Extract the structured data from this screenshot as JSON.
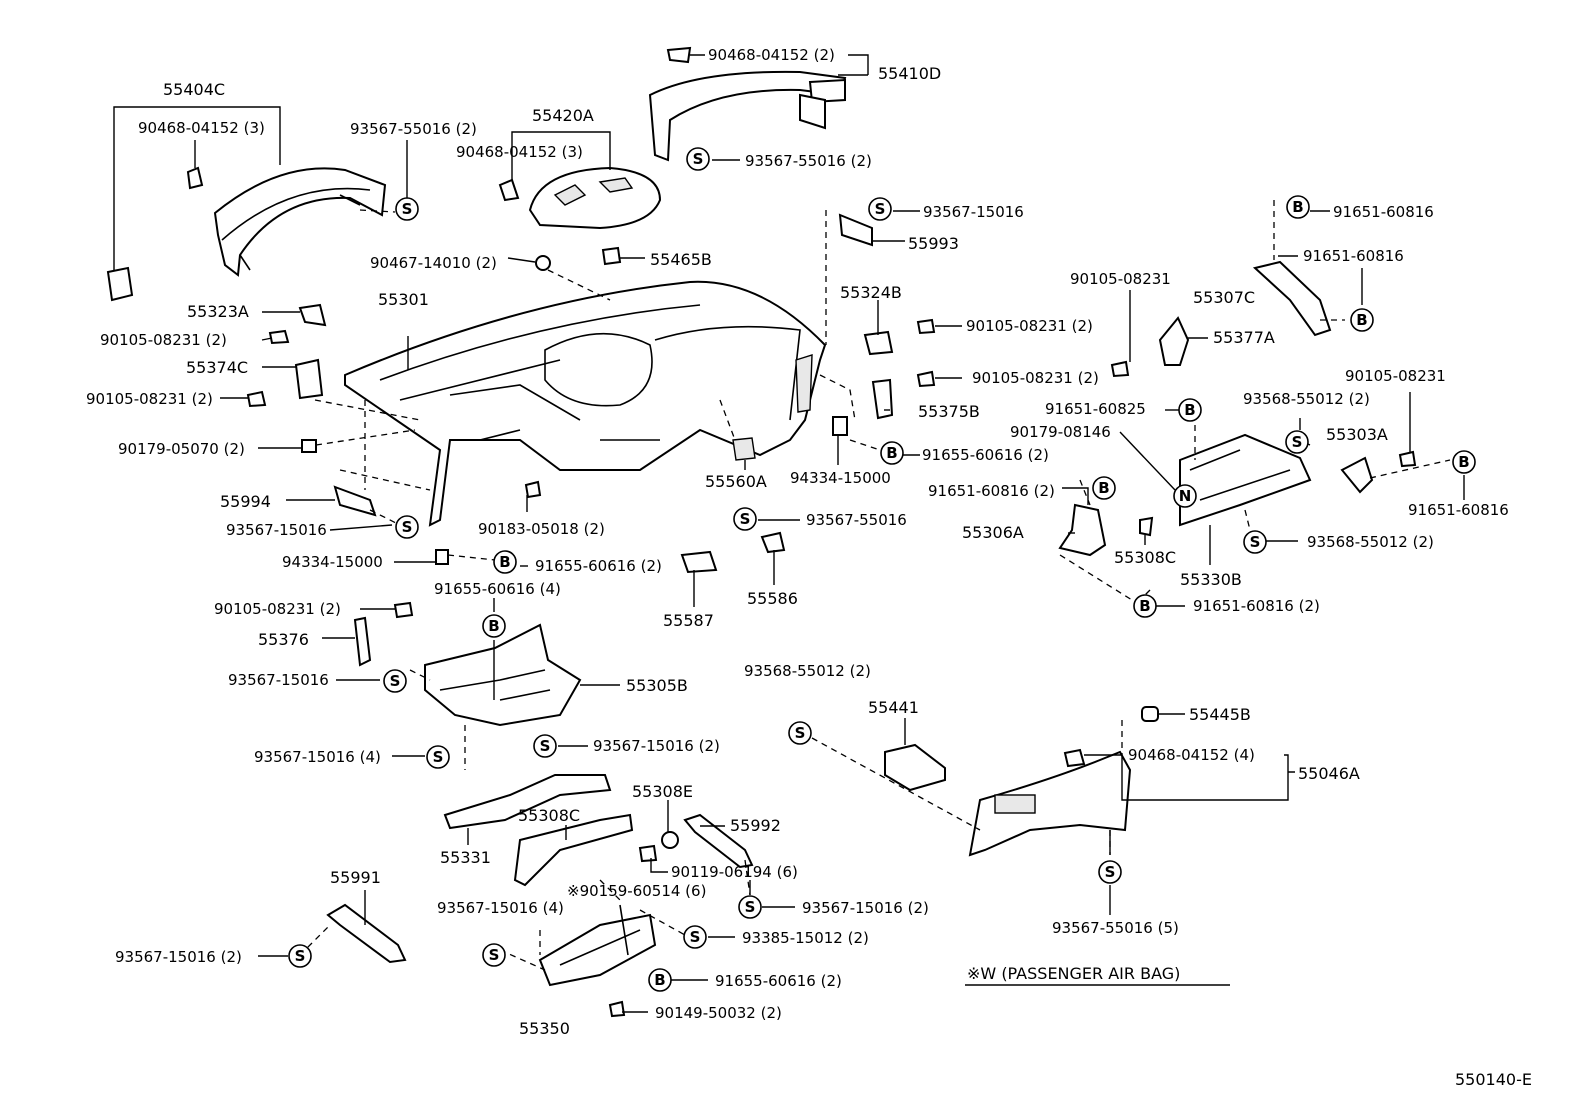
{
  "diagram": {
    "footer_code": "550140-E",
    "note": "※W (PASSENGER AIR BAG)",
    "labels": {
      "p55404C": "55404C",
      "f9046804152_3a": "90468-04152 (3)",
      "f9356755016_2a": "93567-55016 (2)",
      "p55420A": "55420A",
      "f9046804152_3b": "90468-04152 (3)",
      "f9046804152_2": "90468-04152 (2)",
      "p55410D": "55410D",
      "f9356755016_2b": "93567-55016 (2)",
      "f9356715016a": "93567-15016",
      "p55993": "55993",
      "f9165160816a": "91651-60816",
      "f9165160816b": "91651-60816",
      "f9046714010_2": "90467-14010 (2)",
      "p55465B": "55465B",
      "p55323A": "55323A",
      "p55301": "55301",
      "f9010508231_2a": "90105-08231 (2)",
      "p55374C": "55374C",
      "f9010508231_2b": "90105-08231 (2)",
      "f9017905070_2": "90179-05070 (2)",
      "p55994": "55994",
      "f9356715016b": "93567-15016",
      "f9433415000a": "94334-15000",
      "f9165560616_2a": "91655-60616 (2)",
      "f9018305018_2": "90183-05018 (2)",
      "p55324B": "55324B",
      "f9010508231_2c": "90105-08231 (2)",
      "f9010508231_2d": "90105-08231 (2)",
      "p55375B": "55375B",
      "f9433415000b": "94334-15000",
      "f9165560616_2b": "91655-60616 (2)",
      "p55560A": "55560A",
      "f9010508231a": "90105-08231",
      "p55307C": "55307C",
      "p55377A": "55377A",
      "f9165160825": "91651-60825",
      "f9017908146": "90179-08146",
      "f9356855012_2a": "93568-55012 (2)",
      "f9010508231b": "90105-08231",
      "p55303A": "55303A",
      "f9165160816_2a": "91651-60816 (2)",
      "p55306A": "55306A",
      "p55308C_r": "55308C",
      "p55330B": "55330B",
      "f9356855012_2b": "93568-55012 (2)",
      "f9165160816c": "91651-60816",
      "f9165160816_2b": "91651-60816 (2)",
      "f9356755016": "93567-55016",
      "p55586": "55586",
      "p55587": "55587",
      "f9010508231_2e": "90105-08231 (2)",
      "f9165560616_4": "91655-60616 (4)",
      "p55376": "55376",
      "f9356715016c": "93567-15016",
      "p55305B": "55305B",
      "f9356715016_4a": "93567-15016 (4)",
      "f9356715016_2a": "93567-15016 (2)",
      "p55331": "55331",
      "p55308C_l": "55308C",
      "p55308E": "55308E",
      "p55992": "55992",
      "f9011906194_6": "90119-06194 (6)",
      "f9015960514_6": "※90159-60514 (6)",
      "f9356715016_4b": "93567-15016 (4)",
      "f9356715016_2b": "93567-15016 (2)",
      "f9338515012_2": "93385-15012 (2)",
      "p55991": "55991",
      "f9356715016_2c": "93567-15016 (2)",
      "f9165560616_2c": "91655-60616 (2)",
      "p55350": "55350",
      "f9014950032_2": "90149-50032 (2)",
      "f9356855012_2c": "93568-55012 (2)",
      "p55441": "55441",
      "p55445B": "55445B",
      "f9046804152_4": "90468-04152 (4)",
      "p55046A": "55046A",
      "f9356755016_5": "93567-55016 (5)"
    },
    "symbols": {
      "s": "S",
      "b": "B",
      "n": "N"
    }
  }
}
